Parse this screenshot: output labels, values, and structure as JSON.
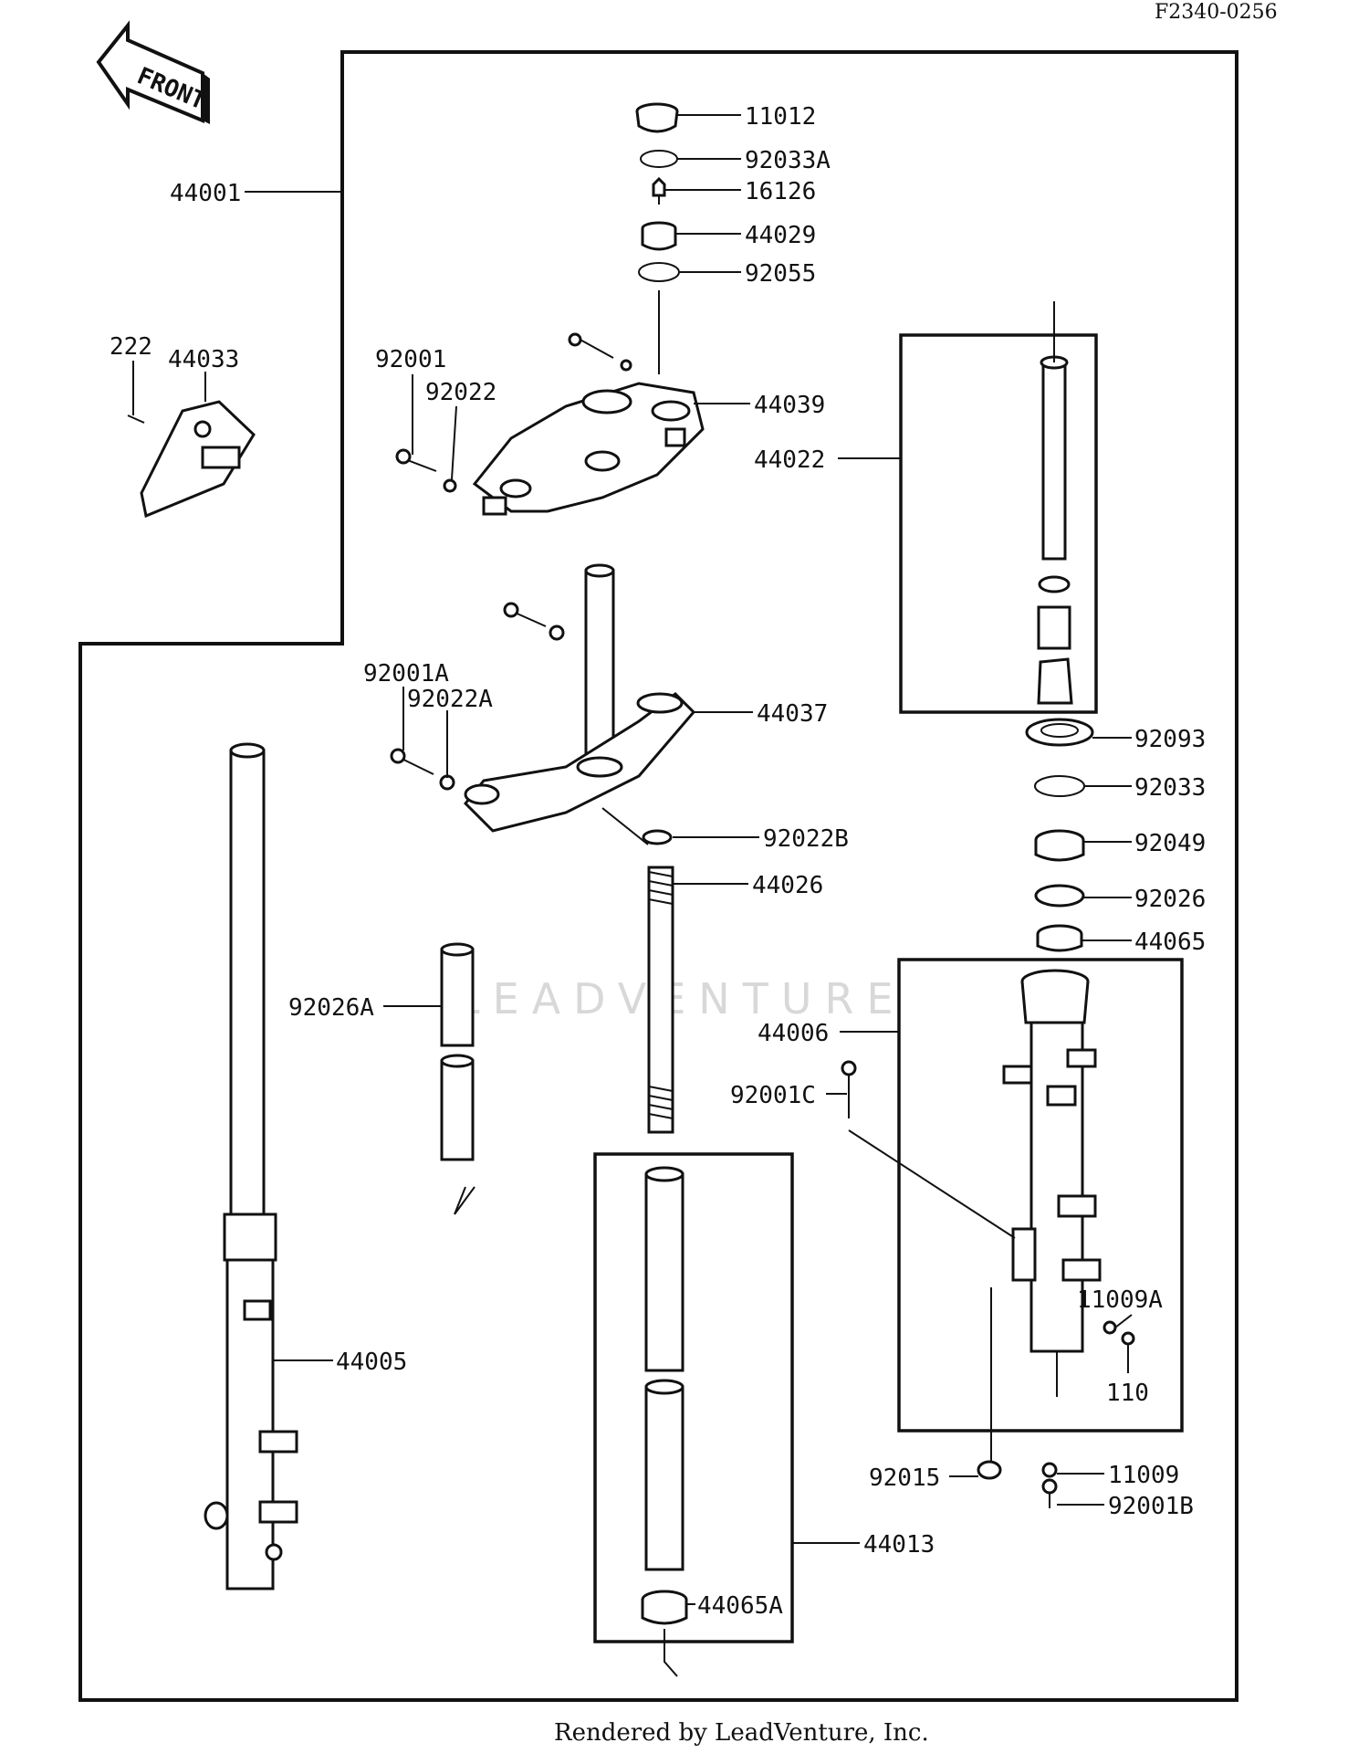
{
  "diagram": {
    "reference_code": "F2340-0256",
    "front_label": "FRONT",
    "watermark": "LEADVENTURE",
    "footer": "Rendered by LeadVenture, Inc.",
    "parts": [
      {
        "id": "p11012",
        "label": "11012"
      },
      {
        "id": "p92033A",
        "label": "92033A"
      },
      {
        "id": "p16126",
        "label": "16126"
      },
      {
        "id": "p44029",
        "label": "44029"
      },
      {
        "id": "p92055",
        "label": "92055"
      },
      {
        "id": "p44001",
        "label": "44001"
      },
      {
        "id": "p222",
        "label": "222"
      },
      {
        "id": "p44033",
        "label": "44033"
      },
      {
        "id": "p92001",
        "label": "92001"
      },
      {
        "id": "p92022",
        "label": "92022"
      },
      {
        "id": "p44039",
        "label": "44039"
      },
      {
        "id": "p44022",
        "label": "44022"
      },
      {
        "id": "p92001A",
        "label": "92001A"
      },
      {
        "id": "p92022A",
        "label": "92022A"
      },
      {
        "id": "p44037",
        "label": "44037"
      },
      {
        "id": "p92093",
        "label": "92093"
      },
      {
        "id": "p92033",
        "label": "92033"
      },
      {
        "id": "p92022B",
        "label": "92022B"
      },
      {
        "id": "p92049",
        "label": "92049"
      },
      {
        "id": "p44026",
        "label": "44026"
      },
      {
        "id": "p92026",
        "label": "92026"
      },
      {
        "id": "p44065",
        "label": "44065"
      },
      {
        "id": "p92026A",
        "label": "92026A"
      },
      {
        "id": "p44006",
        "label": "44006"
      },
      {
        "id": "p92001C",
        "label": "92001C"
      },
      {
        "id": "p44005",
        "label": "44005"
      },
      {
        "id": "p11009A",
        "label": "11009A"
      },
      {
        "id": "p110",
        "label": "110"
      },
      {
        "id": "p92015",
        "label": "92015"
      },
      {
        "id": "p11009",
        "label": "11009"
      },
      {
        "id": "p92001B",
        "label": "92001B"
      },
      {
        "id": "p44013",
        "label": "44013"
      },
      {
        "id": "p44065A",
        "label": "44065A"
      }
    ]
  }
}
